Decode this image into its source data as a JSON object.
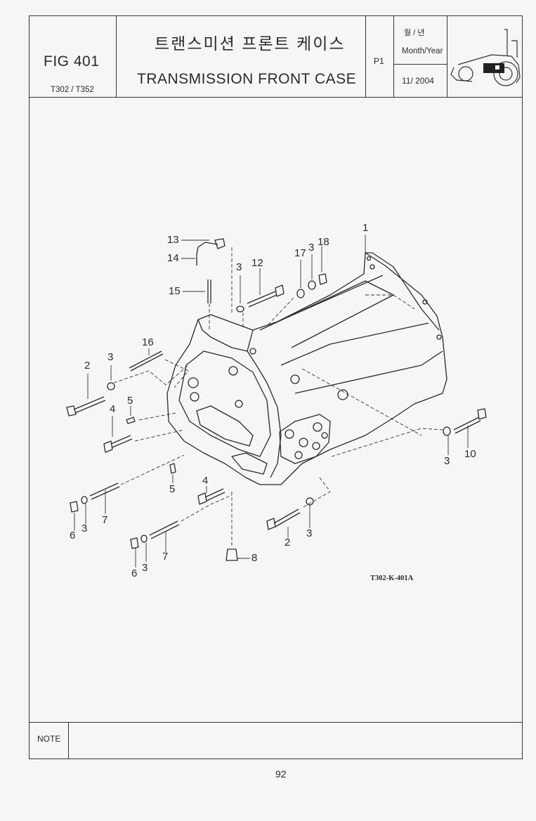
{
  "header": {
    "fig_number": "FIG 401",
    "models": "T302 / T352",
    "title_korean": "트랜스미션 프론트 케이스",
    "title_english": "TRANSMISSION FRONT CASE",
    "page_code": "P1",
    "date_label_korean": "월 / 년",
    "date_label": "Month/Year",
    "date_value": "11/ 2004"
  },
  "drawing": {
    "code": "T302-K-401A",
    "callouts": [
      "1",
      "2",
      "2",
      "3",
      "3",
      "3",
      "3",
      "3",
      "3",
      "3",
      "4",
      "4",
      "5",
      "5",
      "6",
      "6",
      "7",
      "7",
      "8",
      "10",
      "12",
      "13",
      "14",
      "15",
      "16",
      "17",
      "18"
    ]
  },
  "footer": {
    "note_label": "NOTE",
    "page_number": "92"
  }
}
